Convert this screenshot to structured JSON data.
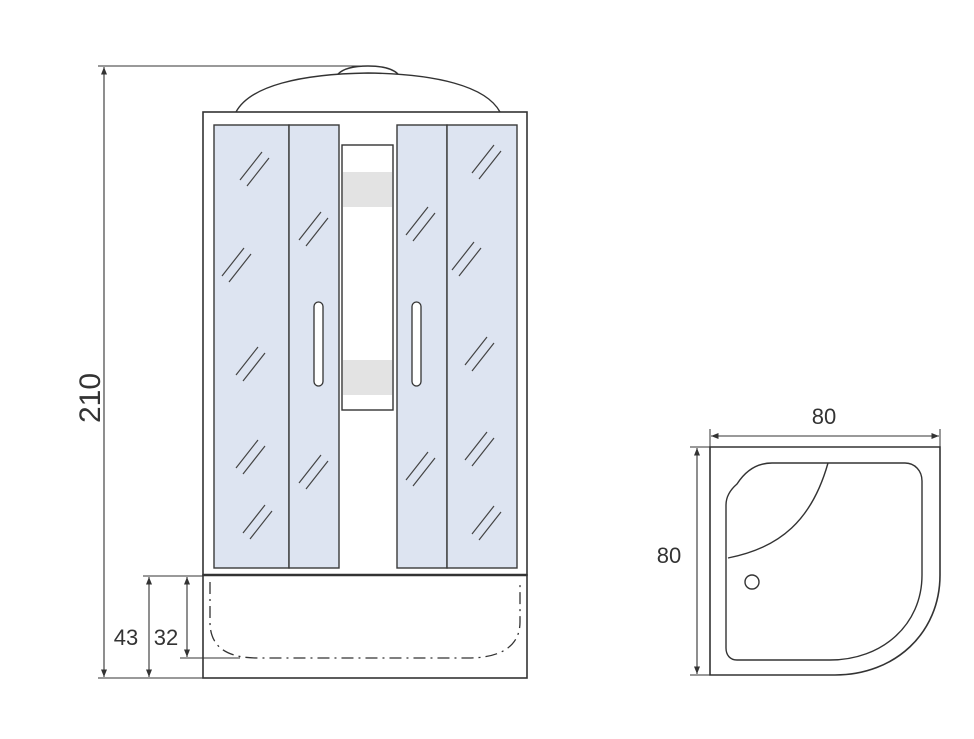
{
  "dimensions": {
    "total_height": "210",
    "tray_height": "43",
    "tray_inner_height": "32",
    "top_width": "80",
    "top_depth": "80"
  },
  "colors": {
    "line": "#333333",
    "glass": "#dde4f1",
    "glass_stroke": "#3a3a3a",
    "panel_band": "#e3e3e3"
  }
}
